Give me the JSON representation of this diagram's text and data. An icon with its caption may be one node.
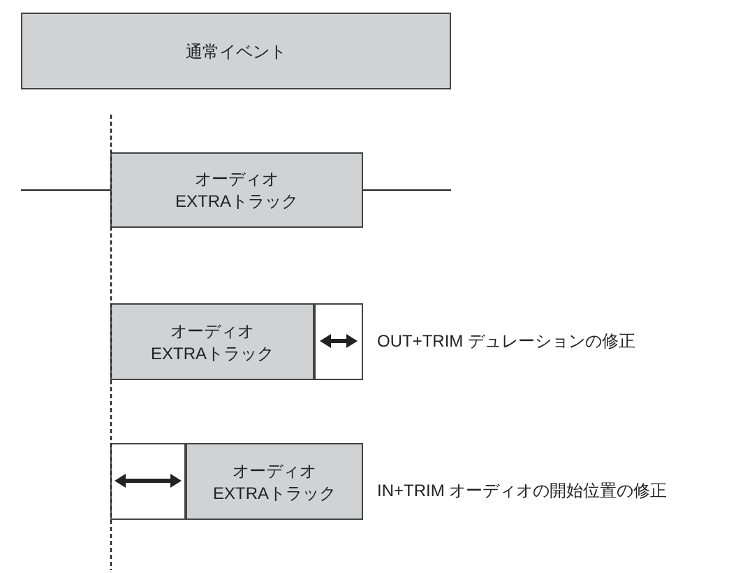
{
  "diagram": {
    "nodes": [
      {
        "text": [
          "通常イベント"
        ]
      },
      {
        "text": [
          "オーディオ EXTRAトラック"
        ]
      },
      {
        "text": [
          "オーディオ EXTRAトラック"
        ]
      },
      {
        "text": [],
        "shape": "box",
        "beside": [
          "OUT+TRIM デュレーションの修正"
        ]
      },
      {
        "text": [],
        "shape": "box"
      },
      {
        "text": [
          "オーディオ EXTRAトラック"
        ],
        "beside": [
          "IN+TRIM オーディオの開始位置の修正"
        ]
      }
    ]
  }
}
